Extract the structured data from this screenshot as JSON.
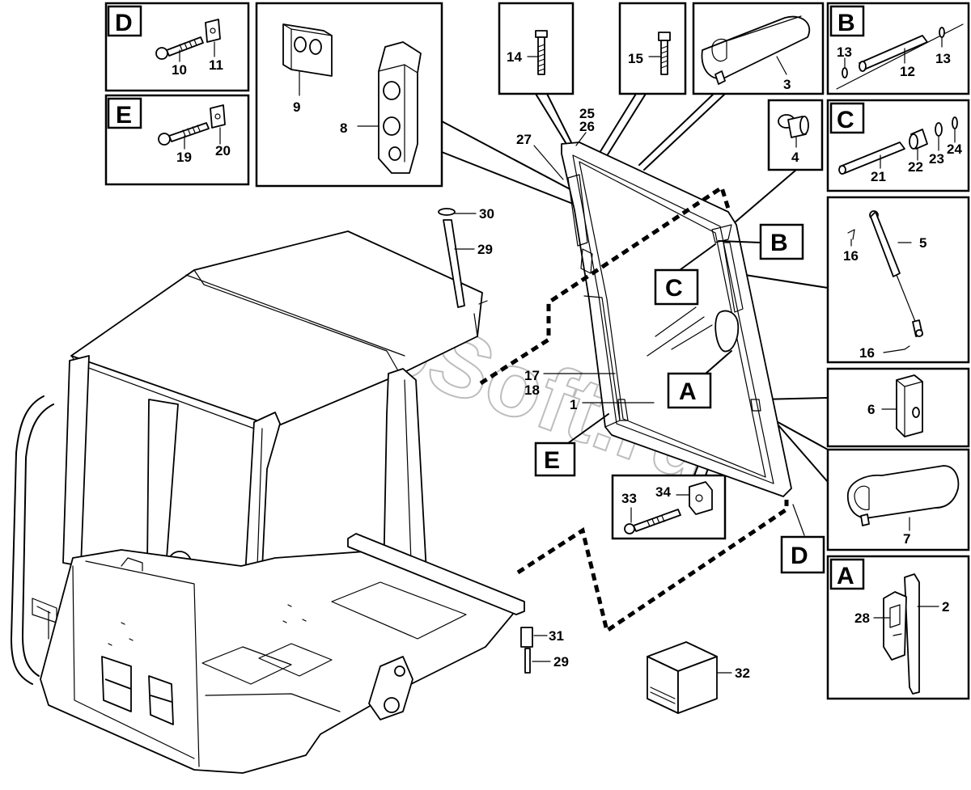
{
  "watermark": "AutoSoft.ru",
  "callouts": {
    "D": "D",
    "E": "E",
    "B": "B",
    "C": "C",
    "A": "A"
  },
  "parts": {
    "p1": "1",
    "p2": "2",
    "p3": "3",
    "p4": "4",
    "p5": "5",
    "p6": "6",
    "p7": "7",
    "p8": "8",
    "p9": "9",
    "p10": "10",
    "p11": "11",
    "p12": "12",
    "p13a": "13",
    "p13b": "13",
    "p14": "14",
    "p15": "15",
    "p16a": "16",
    "p16b": "16",
    "p17": "17",
    "p18": "18",
    "p19": "19",
    "p20": "20",
    "p21": "21",
    "p22": "22",
    "p23": "23",
    "p24": "24",
    "p25": "25",
    "p26": "26",
    "p27": "27",
    "p28": "28",
    "p29a": "29",
    "p29b": "29",
    "p30": "30",
    "p31": "31",
    "p32": "32",
    "p33": "33",
    "p34": "34"
  },
  "colors": {
    "line": "#000000",
    "background": "#ffffff",
    "watermark": "#bdbdbd"
  }
}
